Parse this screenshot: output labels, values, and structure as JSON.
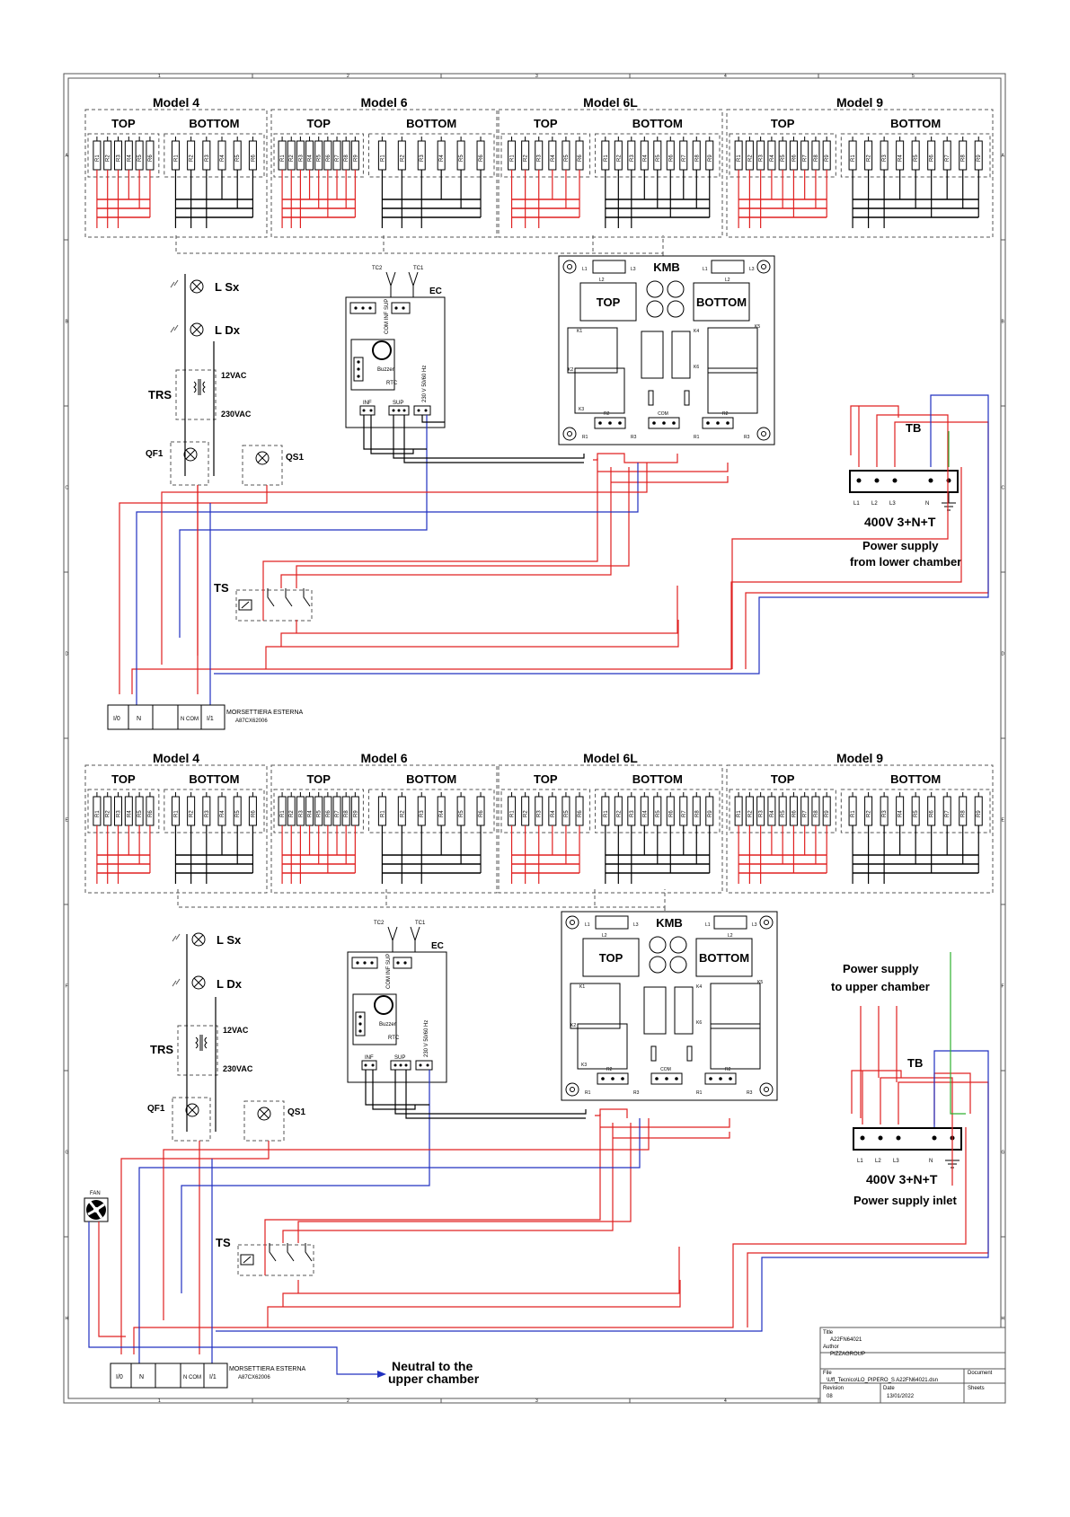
{
  "sections": [
    {
      "models": [
        {
          "name": "Model 4",
          "top_label": "TOP",
          "bottom_label": "BOTTOM",
          "top_resistors": [
            "R1",
            "R2",
            "R3",
            "R4",
            "R5",
            "R6"
          ],
          "bottom_resistors": [
            "R1",
            "R2",
            "R3",
            "R4",
            "R5",
            "R6"
          ]
        },
        {
          "name": "Model 6",
          "top_label": "TOP",
          "bottom_label": "BOTTOM",
          "top_resistors": [
            "R1",
            "R2",
            "R3",
            "R4",
            "R5",
            "R6",
            "R7",
            "R8",
            "R9"
          ],
          "bottom_resistors": [
            "R1",
            "R2",
            "R3",
            "R4",
            "R5",
            "R6"
          ]
        },
        {
          "name": "Model 6L",
          "top_label": "TOP",
          "bottom_label": "BOTTOM",
          "top_resistors": [
            "R1",
            "R2",
            "R3",
            "R4",
            "R5",
            "R6"
          ],
          "bottom_resistors": [
            "R1",
            "R2",
            "R3",
            "R4",
            "R5",
            "R6",
            "R7",
            "R8",
            "R9"
          ]
        },
        {
          "name": "Model 9",
          "top_label": "TOP",
          "bottom_label": "BOTTOM",
          "top_resistors": [
            "R1",
            "R2",
            "R3",
            "R4",
            "R5",
            "R6",
            "R7",
            "R8",
            "R9"
          ],
          "bottom_resistors": [
            "R1",
            "R2",
            "R3",
            "R4",
            "R5",
            "R6",
            "R7",
            "R8",
            "R9"
          ]
        }
      ],
      "supply_label_1": "400V 3+N+T",
      "supply_label_2": "Power supply",
      "supply_label_3": "from lower chamber",
      "terminal_phases": [
        "L1",
        "L2",
        "L3",
        "N"
      ],
      "terminal_block": "MORSETTIERA ESTERNA",
      "terminal_code": "A87CX62006"
    },
    {
      "models": [
        {
          "name": "Model 4",
          "top_label": "TOP",
          "bottom_label": "BOTTOM",
          "top_resistors": [
            "R1",
            "R2",
            "R3",
            "R4",
            "R5",
            "R6"
          ],
          "bottom_resistors": [
            "R1",
            "R2",
            "R3",
            "R4",
            "R5",
            "R6"
          ]
        },
        {
          "name": "Model 6",
          "top_label": "TOP",
          "bottom_label": "BOTTOM",
          "top_resistors": [
            "R1",
            "R2",
            "R3",
            "R4",
            "R5",
            "R6",
            "R7",
            "R8",
            "R9"
          ],
          "bottom_resistors": [
            "R1",
            "R2",
            "R3",
            "R4",
            "R5",
            "R6"
          ]
        },
        {
          "name": "Model 6L",
          "top_label": "TOP",
          "bottom_label": "BOTTOM",
          "top_resistors": [
            "R1",
            "R2",
            "R3",
            "R4",
            "R5",
            "R6"
          ],
          "bottom_resistors": [
            "R1",
            "R2",
            "R3",
            "R4",
            "R5",
            "R6",
            "R7",
            "R8",
            "R9"
          ]
        },
        {
          "name": "Model 9",
          "top_label": "TOP",
          "bottom_label": "BOTTOM",
          "top_resistors": [
            "R1",
            "R2",
            "R3",
            "R4",
            "R5",
            "R6",
            "R7",
            "R8",
            "R9"
          ],
          "bottom_resistors": [
            "R1",
            "R2",
            "R3",
            "R4",
            "R5",
            "R6",
            "R7",
            "R8",
            "R9"
          ]
        }
      ],
      "supply_label_1": "400V 3+N+T",
      "supply_label_2": "Power supply inlet",
      "upper_supply_1": "Power supply",
      "upper_supply_2": "to upper chamber",
      "neutral_1": "Neutral to the",
      "neutral_2": "upper chamber",
      "fan": "FAN",
      "terminal_phases": [
        "L1",
        "L2",
        "L3",
        "N"
      ],
      "terminal_block": "MORSETTIERA ESTERNA",
      "terminal_code": "A87CX62006"
    }
  ],
  "components": {
    "lamp_left": "L Sx",
    "lamp_right": "L Dx",
    "transformer": "TRS",
    "v12": "12VAC",
    "v230": "230VAC",
    "breaker": "QF1",
    "switch": "QS1",
    "thermostat": "TS",
    "controller": "EC",
    "tc2": "TC2",
    "tc1": "TC1",
    "buzzer": "Buzzer",
    "rtc": "RTC",
    "inf": "INF",
    "sup": "SUP",
    "com_inf_sup": "COM INF SUP",
    "ec_supply_s1": "230 V 50/60 Hz",
    "ec_supply_s2": "230 V 50/60 Hz",
    "kmb": "KMB",
    "kmb_top": "TOP",
    "kmb_bottom": "BOTTOM",
    "kmb_com": "COM",
    "kmb_l1": "L1",
    "kmb_l2": "L2",
    "kmb_l3": "L3",
    "kmb_r1": "R1",
    "kmb_r2": "R2",
    "kmb_r3": "R3",
    "kmb_k1": "K1",
    "kmb_k2": "K2",
    "kmb_k3": "K3",
    "kmb_k4": "K4",
    "kmb_k5": "K5",
    "kmb_k6": "K6",
    "tb": "TB",
    "term_cells": [
      "I/0",
      "N",
      "",
      "N COM",
      "I/1"
    ]
  },
  "grid": {
    "cols": [
      "1",
      "2",
      "3",
      "4",
      "5"
    ],
    "rows": [
      "A",
      "B",
      "C",
      "D",
      "E",
      "F",
      "G",
      "H"
    ]
  },
  "title_block": {
    "title_label": "Title",
    "title": "A22FN64021",
    "author_label": "Author",
    "author": "PIZZAGROUP",
    "file_label": "File",
    "file": "\\Uff_Tecnico\\LO_PIPERO_S    A22FN64021.dsn",
    "document_label": "Document",
    "revision_label": "Revision",
    "revision": "08",
    "date_label": "Date",
    "date": "13/01/2022",
    "sheets_label": "Sheets"
  },
  "colors": {
    "phase": "#e02020",
    "neutral": "#2030c0",
    "earth": "#30b030",
    "wire": "#000000"
  }
}
